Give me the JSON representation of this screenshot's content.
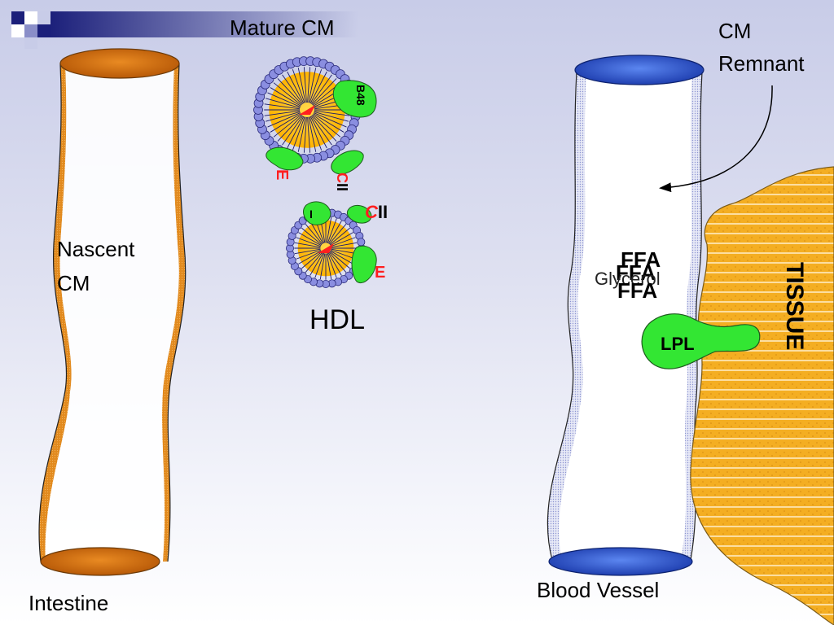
{
  "labels": {
    "mature_cm": "Mature CM",
    "cm_remnant_line1": "CM",
    "cm_remnant_line2": "Remnant",
    "nascent_cm_line1": "Nascent",
    "nascent_cm_line2": "CM",
    "hdl": "HDL",
    "intestine": "Intestine",
    "blood_vessel": "Blood Vessel",
    "tissue": "TISSUE",
    "lpl": "LPL",
    "glycerol": "Glycerol",
    "ffa_1": "FFA",
    "ffa_2": "FFA",
    "ffa_3": "FFA"
  },
  "apolipoproteins": {
    "b48": "B48",
    "e_top": "E",
    "cii_top": "CII",
    "cii_mid": "CII",
    "i_hdl": "I",
    "e_hdl": "E"
  },
  "colors": {
    "intestine_wall": "#e08a1e",
    "intestine_cap": "#c8630c",
    "vessel_cap": "#2f5fd8",
    "vessel_wall": "#9aa3d8",
    "tissue": "#f5b42a",
    "protein_green": "#33e633",
    "core_yellow": "#ffc21a",
    "phospholipid": "#8a8ee0",
    "apo_red": "#ff1f1f"
  }
}
